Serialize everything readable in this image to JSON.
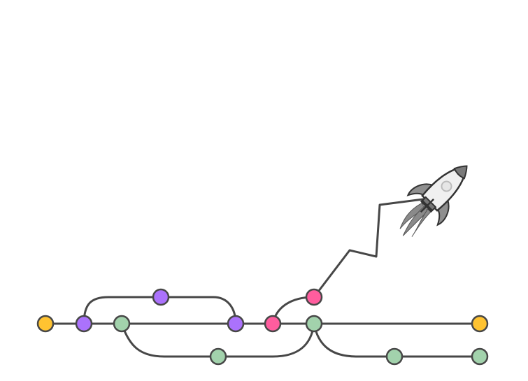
{
  "colors": {
    "main": "#FFC331",
    "feature": "#AB72FC",
    "develop": "#A2D2AC",
    "release": "#FF5D9E",
    "line": "#474747"
  },
  "commits": [
    {
      "branch": "main"
    },
    {
      "branch": "feature"
    },
    {
      "branch": "develop"
    },
    {
      "branch": "feature"
    },
    {
      "branch": "feature"
    },
    {
      "branch": "release"
    },
    {
      "branch": "release"
    },
    {
      "branch": "develop"
    },
    {
      "branch": "develop"
    },
    {
      "branch": "develop"
    },
    {
      "branch": "develop"
    },
    {
      "branch": "main"
    }
  ]
}
